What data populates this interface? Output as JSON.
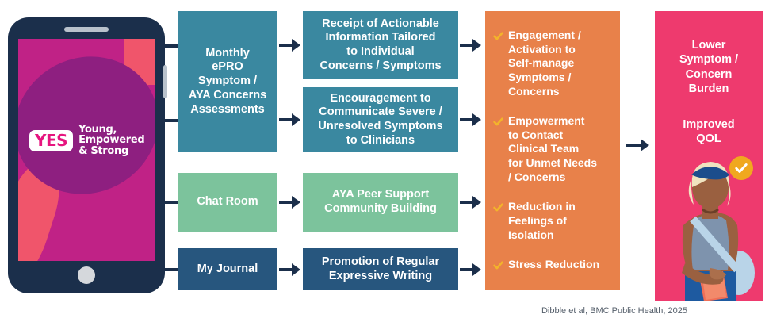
{
  "phone": {
    "logo_badge_text": "YES",
    "logo_tagline_line1": "Young,",
    "logo_tagline_line2": "Empowered",
    "logo_tagline_line3": "& Strong",
    "icons": {
      "speaker": "phone-speaker-icon",
      "side_button": "phone-side-button-icon",
      "home_button": "phone-home-button-icon"
    }
  },
  "features": [
    {
      "label": "Monthly\nePRO\nSymptom /\nAYA Concerns\nAssessments",
      "color": "#3a88a0"
    },
    {
      "label": "Chat Room",
      "color": "#7cc39c"
    },
    {
      "label": "My Journal",
      "color": "#27567e"
    }
  ],
  "mechanisms": [
    {
      "label": "Receipt of Actionable\nInformation Tailored\nto Individual\nConcerns / Symptoms",
      "color": "#3a88a0"
    },
    {
      "label": "Encouragement to\nCommunicate Severe /\nUnresolved Symptoms\nto Clinicians",
      "color": "#3a88a0"
    },
    {
      "label": "AYA Peer Support\nCommunity Building",
      "color": "#7cc39c"
    },
    {
      "label": "Promotion of Regular\nExpressive Writing",
      "color": "#27567e"
    }
  ],
  "outcomes": {
    "background_color": "#e8814a",
    "check_color": "#f0a81f",
    "items": [
      "Engagement /\nActivation to\nSelf-manage\nSymptoms /\nConcerns",
      "Empowerment\nto Contact\nClinical Team\nfor Unmet Needs\n/ Concerns",
      "Reduction in\nFeelings of\nIsolation",
      "Stress Reduction"
    ]
  },
  "impact": {
    "background_color": "#ee3a6e",
    "title": "Lower\nSymptom /\nConcern\nBurden",
    "subtitle": "Improved\nQOL",
    "badge_icon": "check-badge-icon",
    "illustration": "person-with-book-illustration"
  },
  "citation": "Dibble et al, BMC Public Health, 2025",
  "palette": {
    "teal": "#3a88a0",
    "green": "#7cc39c",
    "navy": "#27567e",
    "orange": "#e8814a",
    "pink": "#ee3a6e",
    "gold": "#f0a81f",
    "dark": "#1b2f4b"
  }
}
